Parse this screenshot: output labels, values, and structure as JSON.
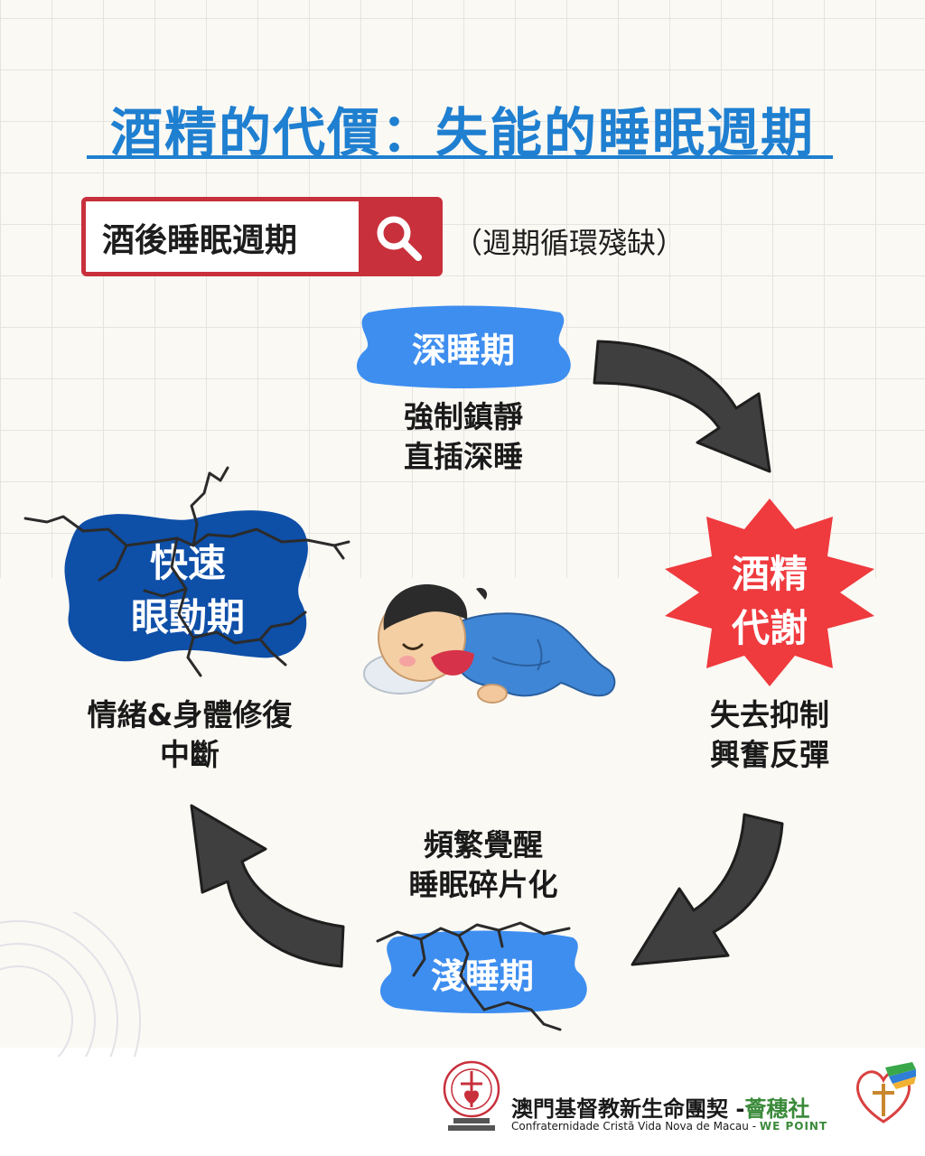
{
  "title": "酒精的代價：失能的睡眠週期",
  "search": {
    "text": "酒後睡眠週期",
    "icon": "search-icon"
  },
  "subtitle": "（週期循環殘缺）",
  "stages": {
    "deep": {
      "label": "深睡期",
      "desc1": "強制鎮靜",
      "desc2": "直插深睡"
    },
    "metabolism": {
      "label1": "酒精",
      "label2": "代謝",
      "desc1": "失去抑制",
      "desc2": "興奮反彈"
    },
    "light": {
      "label": "淺睡期",
      "desc1": "頻繁覺醒",
      "desc2": "睡眠碎片化"
    },
    "rem": {
      "label1": "快速",
      "label2": "眼動期",
      "desc1": "情緒&身體修復",
      "desc2": "中斷"
    }
  },
  "footer": {
    "org_cn": "澳門基督教新生命團契 -",
    "org_brand": "薈穗社",
    "org_pt": "Confraternidade Cristã Vida Nova de Macau -",
    "org_pt_brand": "WE POINT"
  },
  "colors": {
    "title_blue": "#1f7fd0",
    "search_red": "#c8303c",
    "blob_blue": "#3e8ef0",
    "rem_blue": "#0e4fa8",
    "star_red": "#ef3a3e",
    "arrow_gray": "#3f3f3f"
  }
}
